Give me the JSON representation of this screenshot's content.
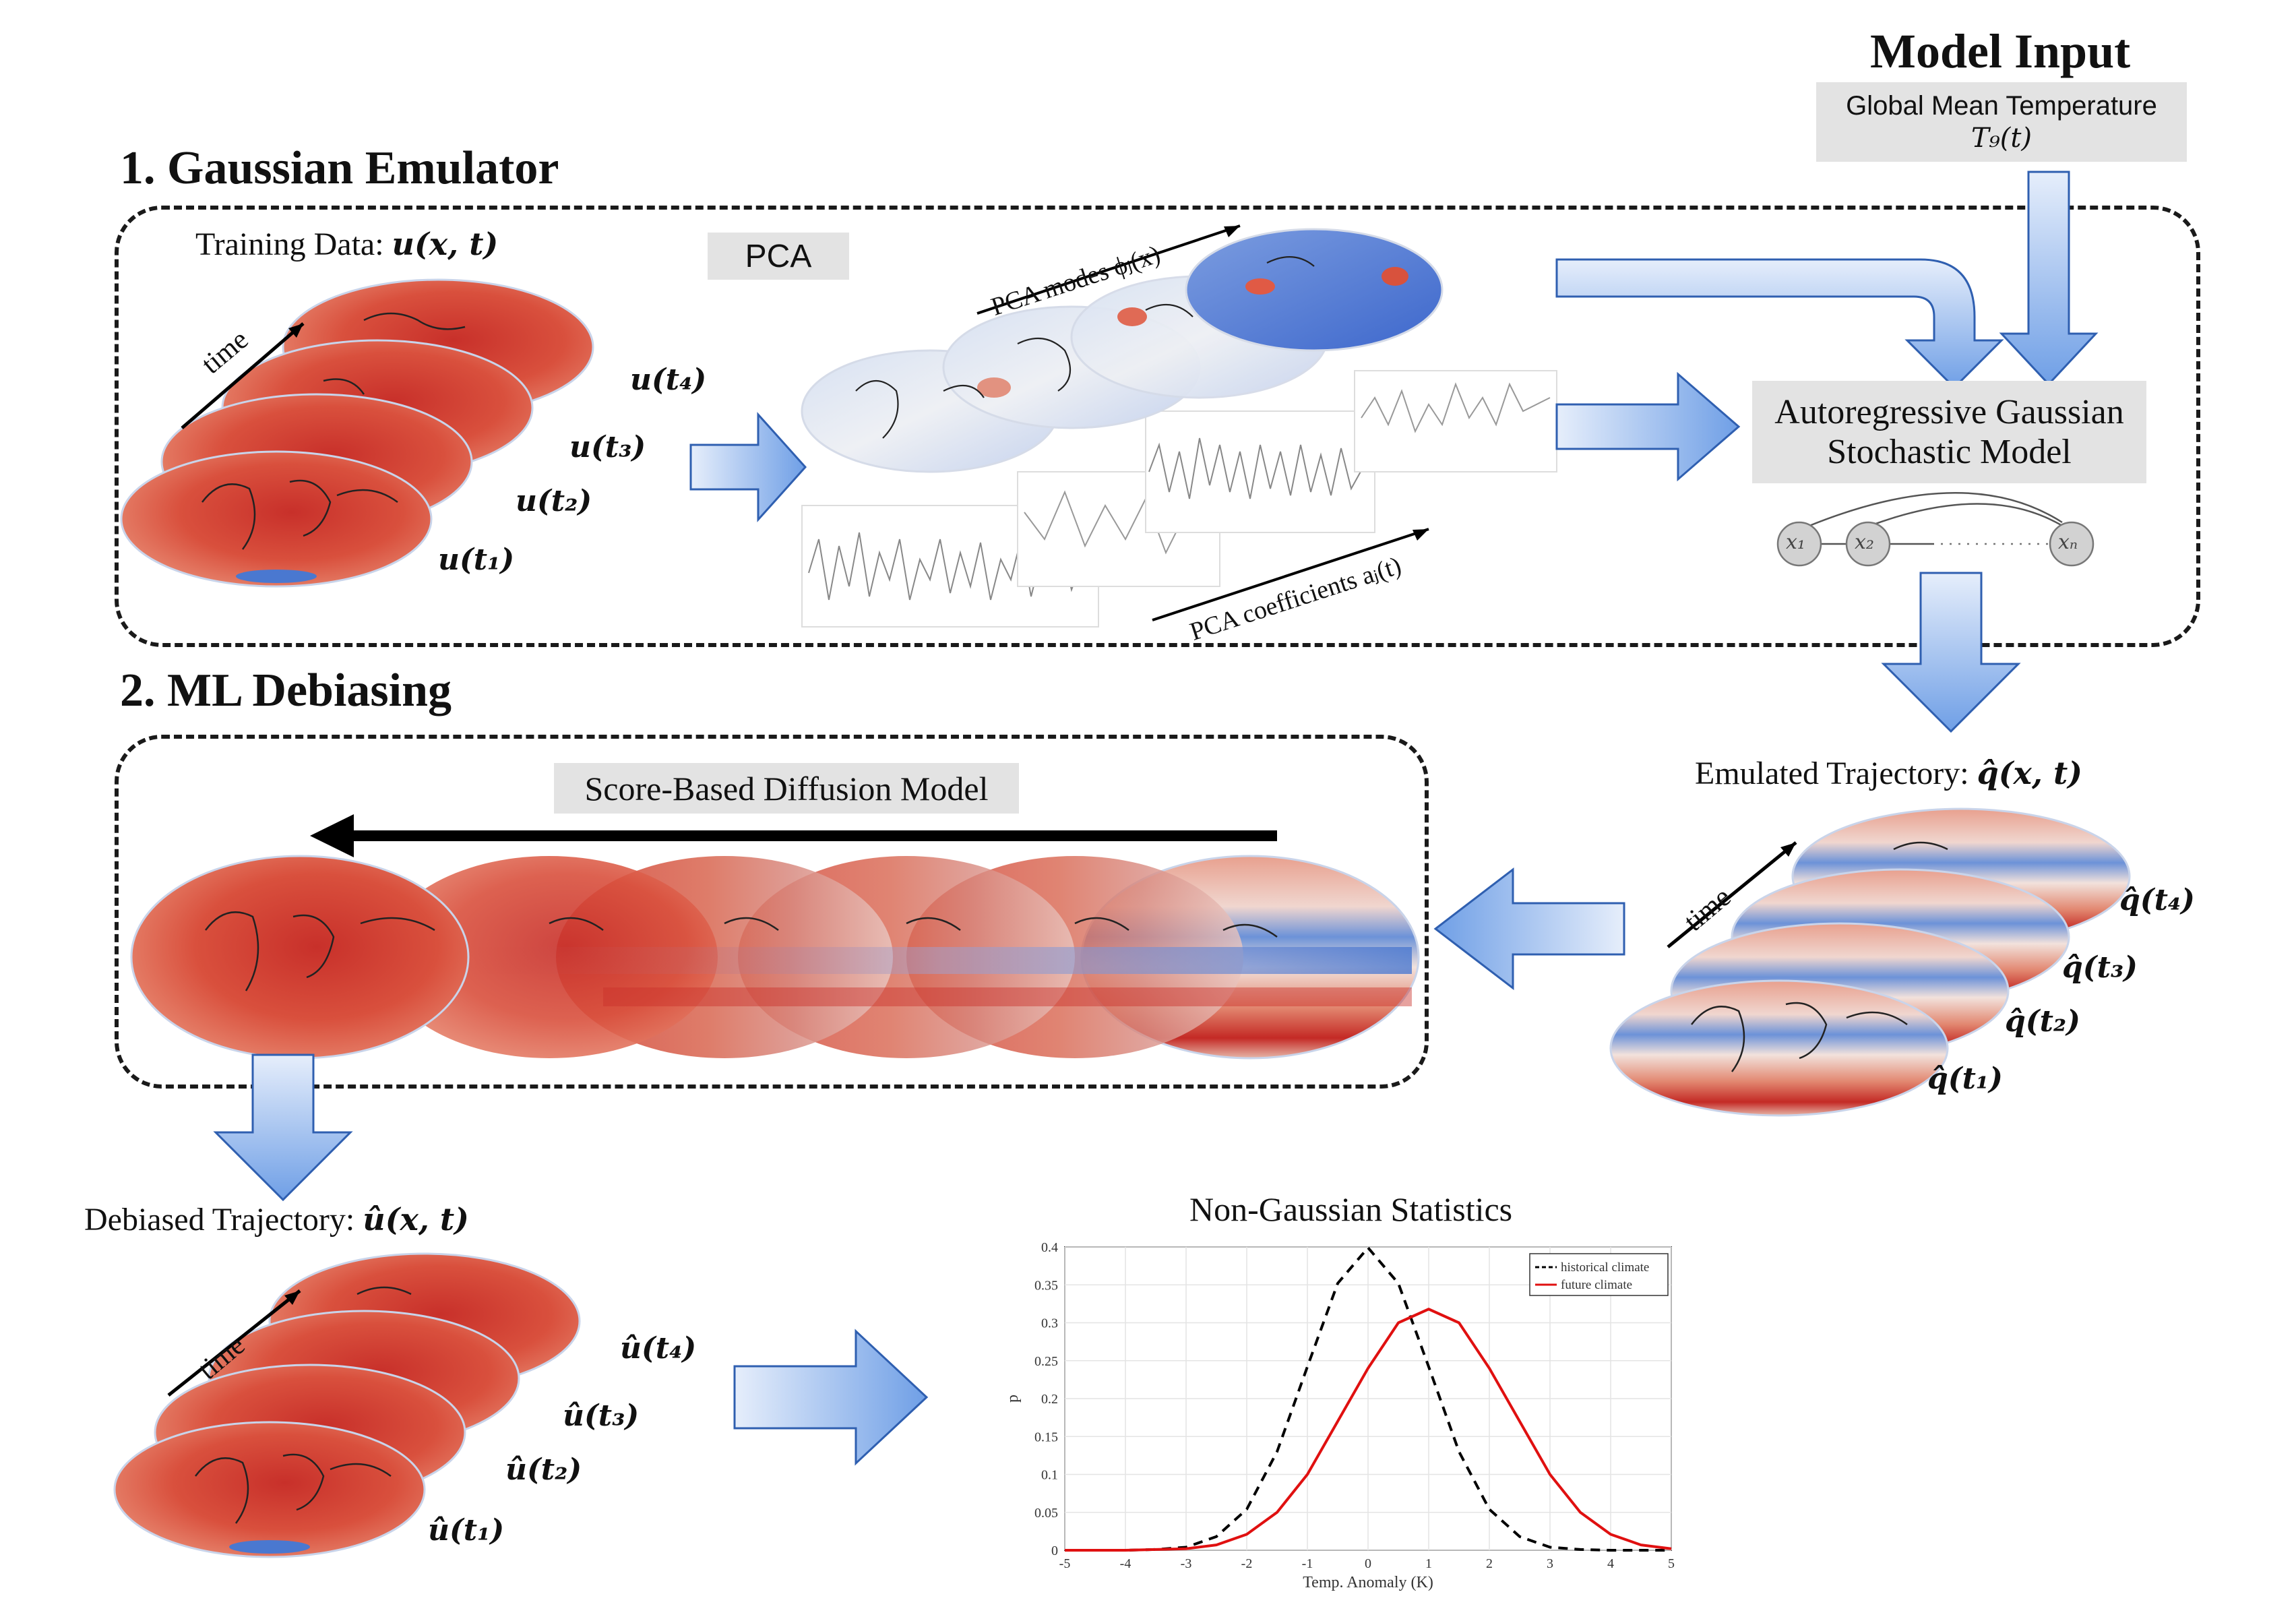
{
  "model_input": {
    "title": "Model Input",
    "box_line1": "Global  Mean Temperature",
    "box_line2": "T₉(t)"
  },
  "section1": {
    "title": "1. Gaussian Emulator",
    "training_label": "Training Data: ",
    "training_math": "u(x, t)",
    "time_label": "time",
    "u_labels": [
      "u(t₄)",
      "u(t₃)",
      "u(t₂)",
      "u(t₁)"
    ],
    "pca_box": "PCA",
    "pca_modes": "PCA modes ϕⱼ(x)",
    "pca_coeffs": "PCA coefficients aⱼ(t)",
    "ar_line1": "Autoregressive Gaussian",
    "ar_line2": "Stochastic Model",
    "nodes": [
      "x₁",
      "x₂",
      "xₙ"
    ]
  },
  "emulated": {
    "label": "Emulated Trajectory:  ",
    "math": "q̂(x, t)",
    "time_label": "time",
    "q_labels": [
      "q̂(t₄)",
      "q̂(t₃)",
      "q̂(t₂)",
      "q̂(t₁)"
    ]
  },
  "section2": {
    "title": "2. ML Debiasing",
    "diffusion_box": "Score-Based Diffusion Model"
  },
  "debiased": {
    "label": "Debiased Trajectory:  ",
    "math": "û(x, t)",
    "time_label": "time",
    "u_labels": [
      "û(t₄)",
      "û(t₃)",
      "û(t₂)",
      "û(t₁)"
    ]
  },
  "colors": {
    "warm": "#d43d2f",
    "cool": "#4a78d0",
    "arrow_light": "#c9dcf6",
    "arrow_dark": "#7aa6e8",
    "future": "#e01010"
  },
  "chart_data": {
    "type": "line",
    "title": "Non-Gaussian Statistics",
    "xlabel": "Temp. Anomaly (K)",
    "ylabel": "p",
    "xlim": [
      -5,
      5
    ],
    "ylim": [
      0,
      0.4
    ],
    "xticks": [
      -5,
      -4,
      -3,
      -2,
      -1,
      0,
      1,
      2,
      3,
      4,
      5
    ],
    "yticks": [
      0,
      0.05,
      0.1,
      0.15,
      0.2,
      0.25,
      0.3,
      0.35,
      0.4
    ],
    "grid": true,
    "legend_position": "top-right",
    "series": [
      {
        "name": "historical climate",
        "style": "dashed",
        "color": "#000000",
        "x": [
          -5,
          -4,
          -3.5,
          -3,
          -2.5,
          -2,
          -1.5,
          -1,
          -0.5,
          0,
          0.5,
          1,
          1.5,
          2,
          2.5,
          3,
          3.5,
          4,
          5
        ],
        "y": [
          0,
          0,
          0.001,
          0.004,
          0.018,
          0.054,
          0.13,
          0.242,
          0.352,
          0.399,
          0.352,
          0.242,
          0.13,
          0.054,
          0.018,
          0.004,
          0.001,
          0,
          0
        ]
      },
      {
        "name": "future climate",
        "style": "solid",
        "color": "#e01010",
        "x": [
          -5,
          -4,
          -3,
          -2.5,
          -2,
          -1.5,
          -1,
          -0.5,
          0,
          0.5,
          1,
          1.5,
          2,
          2.5,
          3,
          3.5,
          4,
          4.5,
          5
        ],
        "y": [
          0,
          0,
          0.002,
          0.007,
          0.021,
          0.05,
          0.1,
          0.17,
          0.24,
          0.3,
          0.318,
          0.3,
          0.24,
          0.17,
          0.1,
          0.05,
          0.021,
          0.007,
          0.002
        ]
      }
    ]
  }
}
